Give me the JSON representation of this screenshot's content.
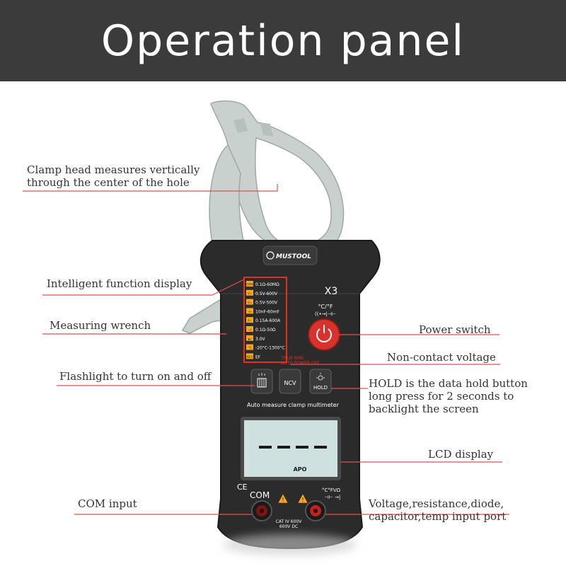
{
  "title": "Operation panel",
  "callouts": {
    "clamp_head": "Clamp head measures vertically\nthrough the center of the hole",
    "function_display": "Intelligent function display",
    "wrench": "Measuring wrench",
    "flashlight": "Flashlight to turn on and off",
    "power": "Power switch",
    "ncv": "Non-contact voltage",
    "hold": "HOLD is the data hold button\nlong press for 2 seconds to\n backlight the screen",
    "lcd": "LCD display",
    "com": "COM input",
    "voltage": "Voltage,resistance,diode,\ncapacitor,temp input port"
  },
  "device": {
    "brand": "MUSTOOL",
    "model": "X3",
    "function_rows": [
      {
        "icon": "OHM",
        "range": "0.1Ω-60MΩ"
      },
      {
        "icon": "V~",
        "range": "0.5V-600V"
      },
      {
        "icon": "V=",
        "range": "0.5V-500V"
      },
      {
        "icon": "⊣⊢",
        "range": "10nF-60mF"
      },
      {
        "icon": "A~",
        "range": "0.15A-600A"
      },
      {
        "icon": "→|",
        "range": "0.1Ω-50Ω"
      },
      {
        "icon": "▶|",
        "range": "3.0V"
      },
      {
        "icon": "°C",
        "range": "-20°C-1300°C"
      },
      {
        "icon": "NCV",
        "range": "EF"
      }
    ],
    "true_rms": "TRUE RMS",
    "auto_power_off": "AUTO POWER OFF",
    "symbols": "°C/°F",
    "symbols2": "((•→|⊣⊢",
    "ncv_label": "NCV",
    "hold_label": "HOLD",
    "subtitle": "Auto  measure clamp multimeter",
    "lcd_reading": "----",
    "lcd_apo": "APO",
    "ce": "CE",
    "com_label": "COM",
    "terminal_label": "°C°FVΩ",
    "terminal_symbols": "⊣⊢ →|",
    "cat": "CAT IV 600V",
    "cat_dc": "600V DC"
  },
  "colors": {
    "header": "#3b3b3b",
    "body": "#2b2b2b",
    "clamp": "#c9d1cf",
    "accent_orange": "#f5a623",
    "power_red": "#d9322d",
    "lcd_bg": "#cfe0e0",
    "line_red": "#e25050"
  }
}
